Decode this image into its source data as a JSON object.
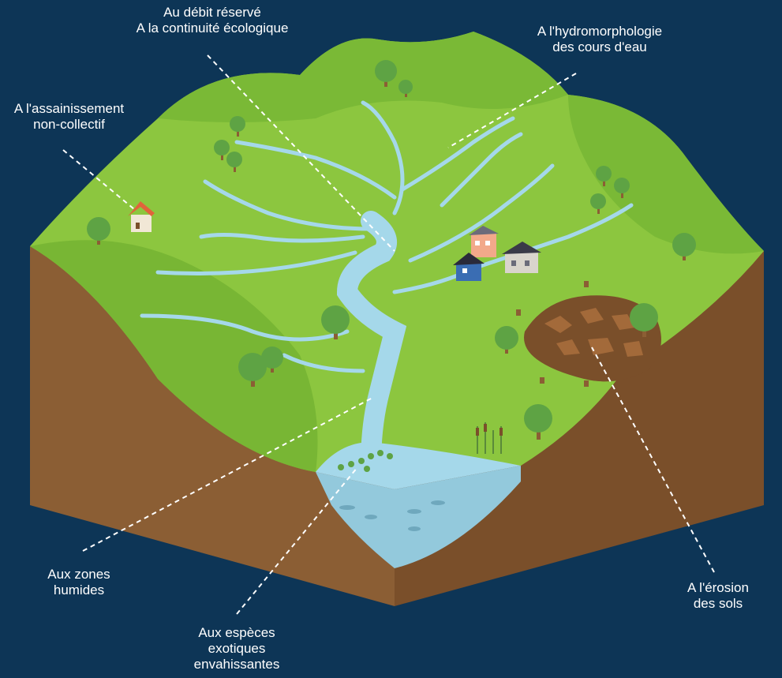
{
  "colors": {
    "background": "#0d3556",
    "grass_light": "#8cc63f",
    "grass_dark": "#6aae2f",
    "soil": "#8b5e34",
    "soil_dark": "#6f4723",
    "water": "#a5d8ea",
    "tree": "#5ea344",
    "leader_line": "#ffffff"
  },
  "labels": {
    "debit": [
      "Au débit réservé",
      "A la continuité écologique"
    ],
    "hydro": [
      "A l'hydromorphologie",
      "des cours d'eau"
    ],
    "assainissement": [
      "A l'assainissement",
      "non-collectif"
    ],
    "zones_humides": [
      "Aux zones",
      "humides"
    ],
    "especes": [
      "Aux espèces",
      "exotiques",
      "envahissantes"
    ],
    "erosion": [
      "A l'érosion",
      "des sols"
    ]
  },
  "icons": [
    "tree-icon",
    "house-icon",
    "fish-icon",
    "reed-icon",
    "stump-icon"
  ]
}
